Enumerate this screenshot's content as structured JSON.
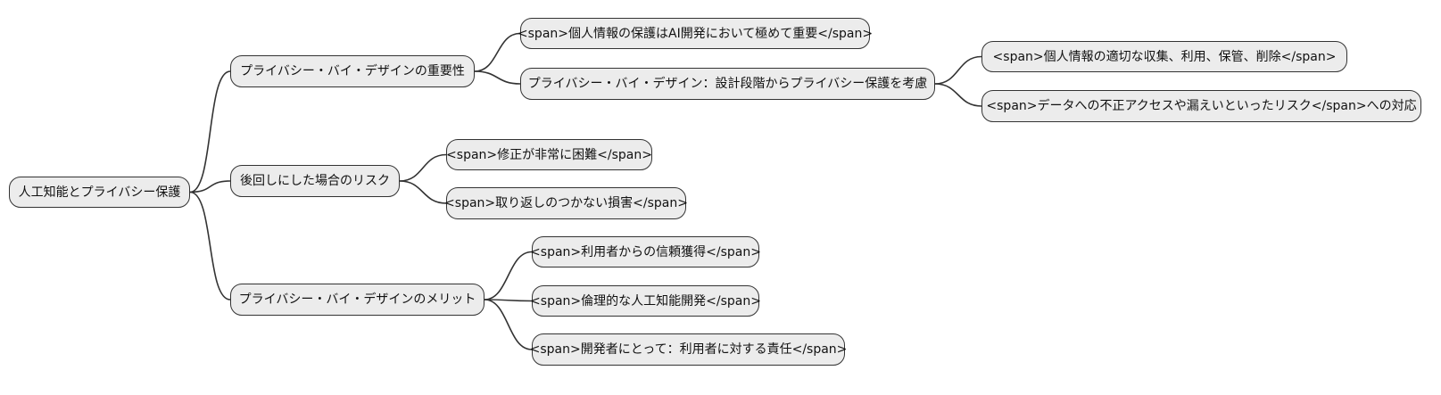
{
  "diagram": {
    "type": "mindmap",
    "title": "人工知能とプライバシー保護",
    "background_color": "#ffffff",
    "node_fill_color": "#ececec",
    "node_border_color": "#333333",
    "edge_color": "#333333",
    "text_color": "#111111"
  },
  "nodes": {
    "root": {
      "label": "人工知能とプライバシー保護"
    },
    "b1": {
      "label": "プライバシー・バイ・デザインの重要性"
    },
    "b2": {
      "label": "後回しにした場合のリスク"
    },
    "b3": {
      "label": "プライバシー・バイ・デザインのメリット"
    },
    "c11": {
      "label": "<span>個人情報の保護はAI開発において極めて重要</span>"
    },
    "c12": {
      "label": "プライバシー・バイ・デザイン：設計段階からプライバシー保護を考慮"
    },
    "g1": {
      "label": "<span>個人情報の適切な収集、利用、保管、削除</span>"
    },
    "g2": {
      "label": "<span>データへの不正アクセスや漏えいといったリスク</span>への対応"
    },
    "c21": {
      "label": "<span>修正が非常に困難</span>"
    },
    "c22": {
      "label": "<span>取り返しのつかない損害</span>"
    },
    "c31": {
      "label": "<span>利用者からの信頼獲得</span>"
    },
    "c32": {
      "label": "<span>倫理的な人工知能開発</span>"
    },
    "c33": {
      "label": "<span>開発者にとって：利用者に対する責任</span>"
    }
  },
  "structure": [
    {
      "parent": "root",
      "child": "b1"
    },
    {
      "parent": "root",
      "child": "b2"
    },
    {
      "parent": "root",
      "child": "b3"
    },
    {
      "parent": "b1",
      "child": "c11"
    },
    {
      "parent": "b1",
      "child": "c12"
    },
    {
      "parent": "c12",
      "child": "g1"
    },
    {
      "parent": "c12",
      "child": "g2"
    },
    {
      "parent": "b2",
      "child": "c21"
    },
    {
      "parent": "b2",
      "child": "c22"
    },
    {
      "parent": "b3",
      "child": "c31"
    },
    {
      "parent": "b3",
      "child": "c32"
    },
    {
      "parent": "b3",
      "child": "c33"
    }
  ]
}
